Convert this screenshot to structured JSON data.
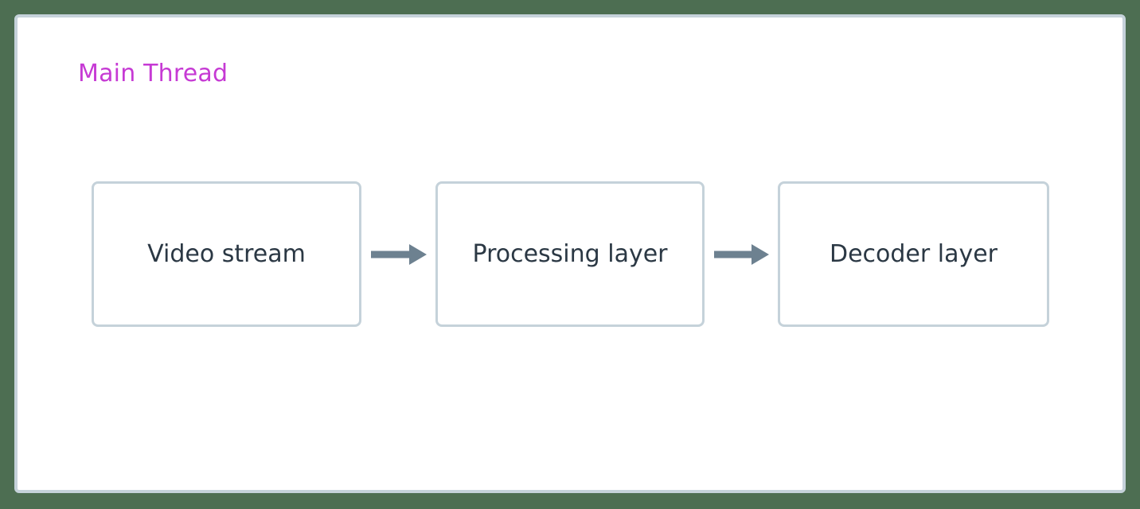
{
  "diagram": {
    "type": "flowchart",
    "direction": "left-to-right",
    "background_color": "#4d6e52",
    "subgraph": {
      "title": "Main Thread",
      "title_color": "#c63ad4",
      "border_color": "#c5d2da",
      "fill_color": "#ffffff"
    },
    "node_style": {
      "border_color": "#c5d2da",
      "fill_color": "#ffffff",
      "text_color": "#2b3844",
      "shape": "rounded-rectangle"
    },
    "edge_style": {
      "color": "#6d8190",
      "arrow_head": "solid-triangle",
      "line": "solid"
    },
    "nodes": [
      {
        "id": "video-stream",
        "label": "Video stream"
      },
      {
        "id": "processing-layer",
        "label": "Processing layer"
      },
      {
        "id": "decoder-layer",
        "label": "Decoder layer"
      }
    ],
    "edges": [
      {
        "id": "edge-video-to-processing",
        "from": "video-stream",
        "to": "processing-layer",
        "label": ""
      },
      {
        "id": "edge-processing-to-decoder",
        "from": "processing-layer",
        "to": "decoder-layer",
        "label": ""
      }
    ]
  }
}
